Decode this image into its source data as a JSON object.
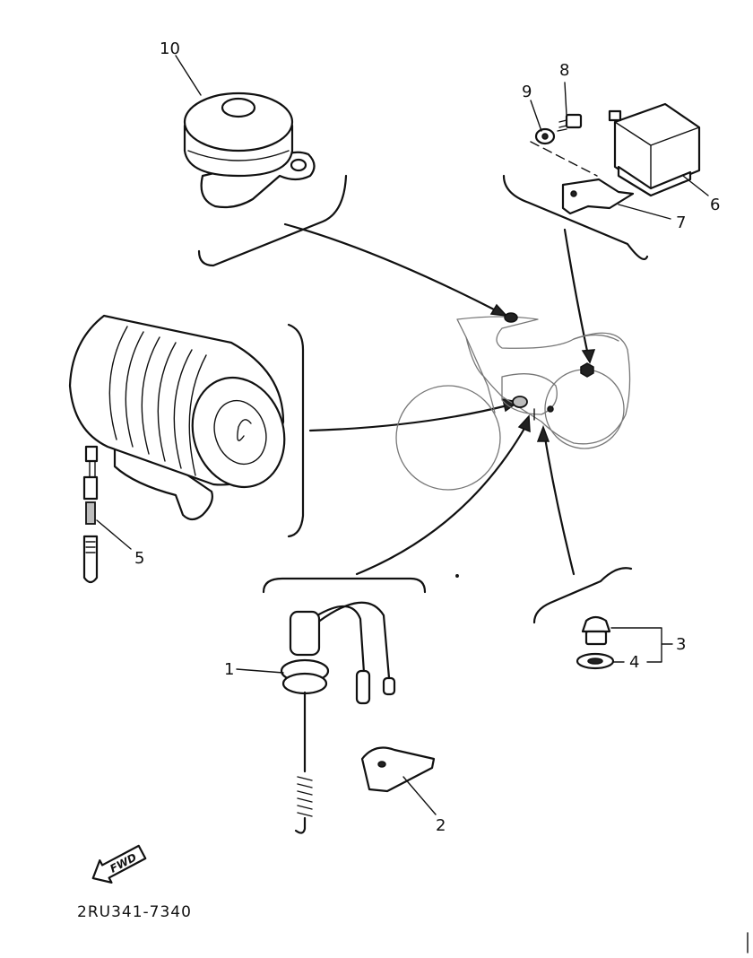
{
  "diagram": {
    "part_code": "2RU341-7340",
    "fwd_label": "FWD",
    "callouts": [
      {
        "id": "1",
        "label": "1"
      },
      {
        "id": "2",
        "label": "2"
      },
      {
        "id": "3",
        "label": "3"
      },
      {
        "id": "4",
        "label": "4"
      },
      {
        "id": "5",
        "label": "5"
      },
      {
        "id": "6",
        "label": "6"
      },
      {
        "id": "7",
        "label": "7"
      },
      {
        "id": "8",
        "label": "8"
      },
      {
        "id": "9",
        "label": "9"
      },
      {
        "id": "10",
        "label": "10"
      }
    ]
  }
}
